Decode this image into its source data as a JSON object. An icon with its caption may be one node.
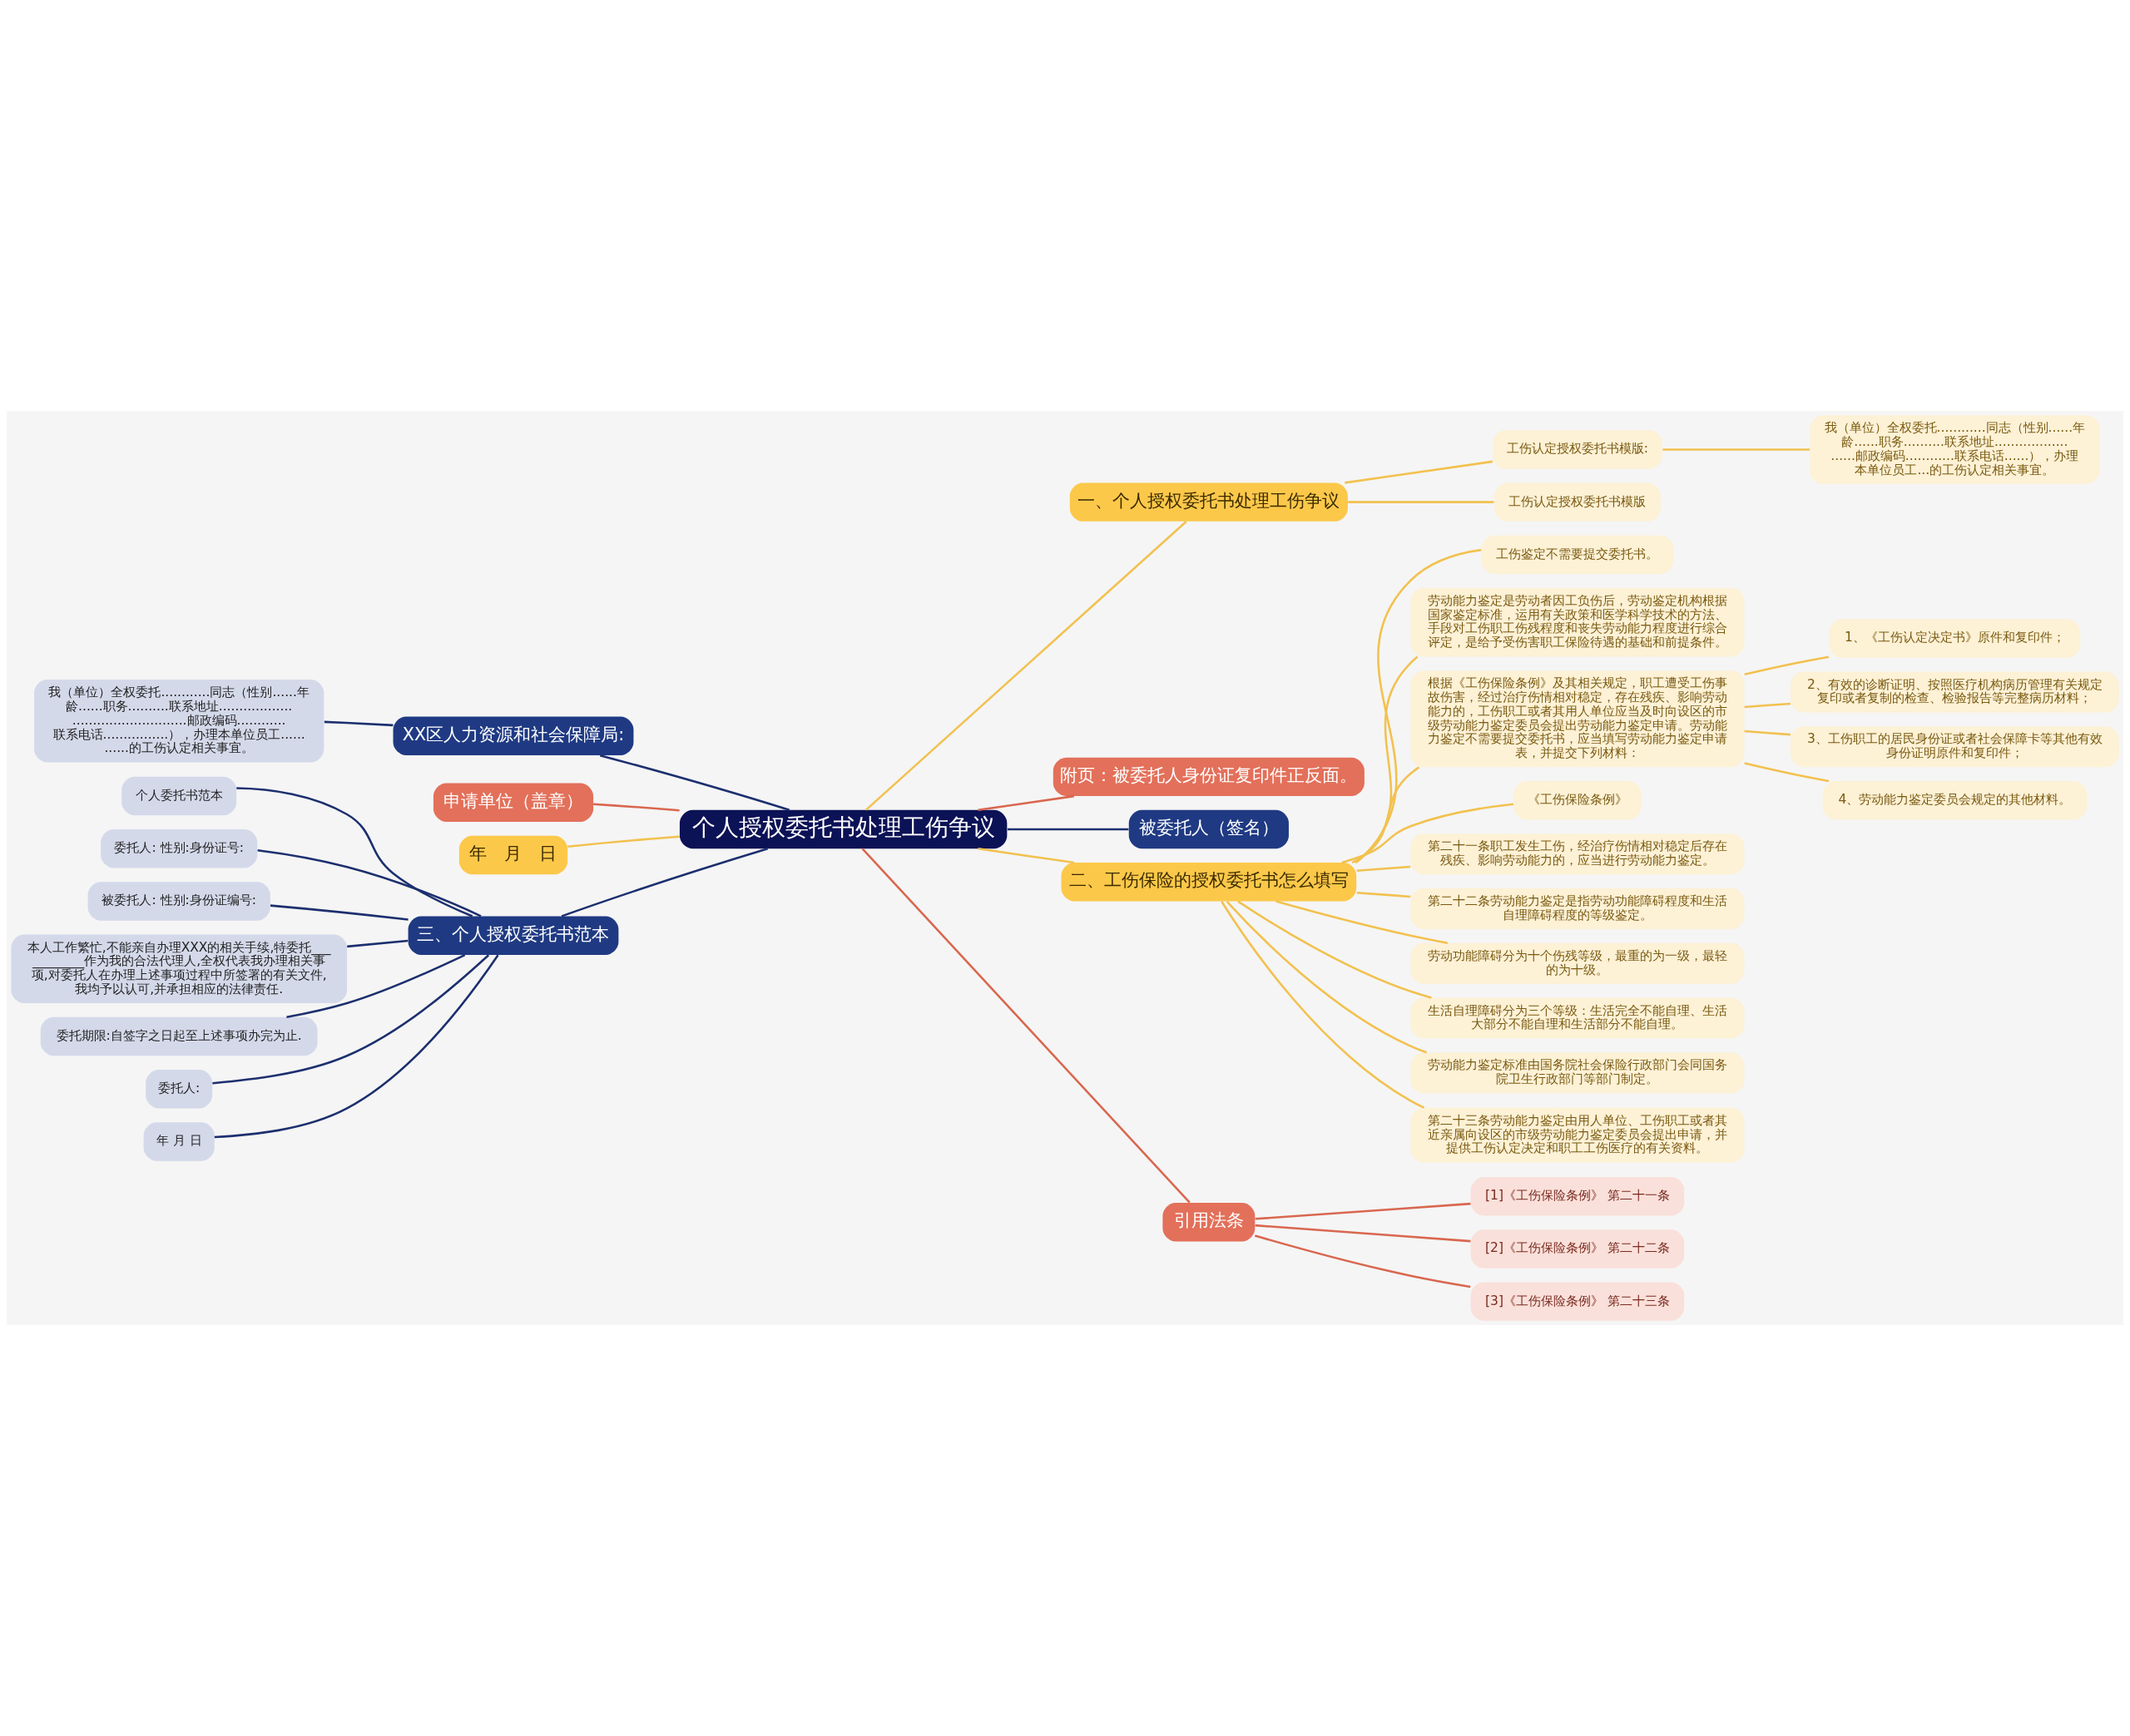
{
  "diagram": {
    "nodes": [
      {
        "text": [
          "个人授权委托书处理工伤争议"
        ]
      },
      {
        "text": [
          "一、个人授权委托书处理工伤争议"
        ]
      },
      {
        "text": [
          "工伤认定授权委托书模版:"
        ]
      },
      {
        "text": [
          "我（单位）全权委托............同志（性别......年龄......职务..........联系地址........................邮政编码............联系电话......），办理本单位员工...的工伤认定相关事宜。"
        ]
      },
      {
        "text": [
          "工伤认定授权委托书模版"
        ]
      },
      {
        "text": [
          "附页：被委托人身份证复印件正反面。"
        ]
      },
      {
        "text": [
          "被委托人（签名）"
        ]
      },
      {
        "text": [
          "XX区人力资源和社会保障局:"
        ]
      },
      {
        "text": [
          "我（单位）全权委托............同志（性别......年龄......职务..........联系地址..............................................邮政编码............联系电话................），办理本单位员工............的工伤认定相关事宜。"
        ]
      },
      {
        "text": [
          "申请单位（盖章）"
        ]
      },
      {
        "text": [
          "年　月　日"
        ]
      },
      {
        "text": [
          "二、工伤保险的授权委托书怎么填写"
        ]
      },
      {
        "text": [
          "工伤鉴定不需要提交委托书。"
        ]
      },
      {
        "text": [
          "劳动能力鉴定是劳动者因工负伤后，劳动鉴定机构根据国家鉴定标准，运用有关政策和医学科学技术的方法、手段对工伤职工伤残程度和丧失劳动能力程度进行综合评定，是给予受伤害职工保险待遇的基础和前提条件。"
        ]
      },
      {
        "text": [
          "根据《工伤保险条例》及其相关规定，职工遭受工伤事故伤害，经过治疗伤情相对稳定，存在残疾、影响劳动能力的，工伤职工或者其用人单位应当及时向设区的市级劳动能力鉴定委员会提出劳动能力鉴定申请。劳动能力鉴定不需要提交委托书，应当填写劳动能力鉴定申请表，并提交下列材料："
        ]
      },
      {
        "text": [
          "1、《工伤认定决定书》原件和复印件；"
        ]
      },
      {
        "text": [
          "2、有效的诊断证明、按照医疗机构病历管理有关规定复印或者复制的检查、检验报告等完整病历材料；"
        ]
      },
      {
        "text": [
          "3、工伤职工的居民身份证或者社会保障卡等其他有效身份证明原件和复印件；"
        ]
      },
      {
        "text": [
          "4、劳动能力鉴定委员会规定的其他材料。"
        ]
      },
      {
        "text": [
          "《工伤保险条例》"
        ]
      },
      {
        "text": [
          "第二十一条职工发生工伤，经治疗伤情相对稳定后存在残疾、影响劳动能力的，应当进行劳动能力鉴定。"
        ]
      },
      {
        "text": [
          "第二十二条劳动能力鉴定是指劳动功能障碍程度和生活自理障碍程度的等级鉴定。"
        ]
      },
      {
        "text": [
          "劳动功能障碍分为十个伤残等级，最重的为一级，最轻的为十级。"
        ]
      },
      {
        "text": [
          "生活自理障碍分为三个等级：生活完全不能自理、生活大部分不能自理和生活部分不能自理。"
        ]
      },
      {
        "text": [
          "劳动能力鉴定标准由国务院社会保险行政部门会同国务院卫生行政部门等部门制定。"
        ]
      },
      {
        "text": [
          "第二十三条劳动能力鉴定由用人单位、工伤职工或者其近亲属向设区的市级劳动能力鉴定委员会提出申请，并提供工伤认定决定和职工工伤医疗的有关资料。"
        ]
      },
      {
        "text": [
          "三、个人授权委托书范本"
        ]
      },
      {
        "text": [
          "个人委托书范本"
        ]
      },
      {
        "text": [
          "委托人: 性别:身份证号:"
        ]
      },
      {
        "text": [
          "被委托人: 性别:身份证编号:"
        ]
      },
      {
        "text": [
          "本人工作繁忙,不能亲自办理XXX的相关手续,特委托___________作为我的合法代理人,全权代表我办理相关事项,对委托人在办理上述事项过程中所签署的有关文件,我均予以认可,并承担相应的法律责任."
        ]
      },
      {
        "text": [
          "委托期限:自签字之日起至上述事项办完为止."
        ]
      },
      {
        "text": [
          "委托人:"
        ]
      },
      {
        "text": [
          "年 月 日"
        ]
      },
      {
        "text": [
          "引用法条"
        ]
      },
      {
        "text": [
          "[1]《工伤保险条例》 第二十一条"
        ]
      },
      {
        "text": [
          "[2]《工伤保险条例》 第二十二条"
        ]
      },
      {
        "text": [
          "[3]《工伤保险条例》 第二十三条"
        ]
      }
    ],
    "edges": [
      {
        "from": 0,
        "to": 1,
        "arrow": "none"
      },
      {
        "from": 1,
        "to": 2,
        "arrow": "none"
      },
      {
        "from": 2,
        "to": 3,
        "arrow": "none"
      },
      {
        "from": 1,
        "to": 4,
        "arrow": "none"
      },
      {
        "from": 0,
        "to": 5,
        "arrow": "none",
        "color": "#d9674f"
      },
      {
        "from": 0,
        "to": 6,
        "arrow": "none",
        "color": "#1c2f6e"
      },
      {
        "from": 0,
        "to": 7,
        "arrow": "none",
        "color": "#1c2f6e"
      },
      {
        "from": 7,
        "to": 8,
        "arrow": "none",
        "color": "#1c2f6e"
      },
      {
        "from": 0,
        "to": 9,
        "arrow": "none",
        "color": "#d9674f"
      },
      {
        "from": 0,
        "to": 10,
        "arrow": "none"
      },
      {
        "from": 0,
        "to": 11,
        "arrow": "none"
      },
      {
        "from": 11,
        "to": 12,
        "arrow": "none"
      },
      {
        "from": 11,
        "to": 13,
        "arrow": "none"
      },
      {
        "from": 11,
        "to": 14,
        "arrow": "none"
      },
      {
        "from": 14,
        "to": 15,
        "arrow": "none"
      },
      {
        "from": 14,
        "to": 16,
        "arrow": "none"
      },
      {
        "from": 14,
        "to": 17,
        "arrow": "none"
      },
      {
        "from": 14,
        "to": 18,
        "arrow": "none"
      },
      {
        "from": 11,
        "to": 19,
        "arrow": "none"
      },
      {
        "from": 11,
        "to": 20,
        "arrow": "none"
      },
      {
        "from": 11,
        "to": 21,
        "arrow": "none"
      },
      {
        "from": 11,
        "to": 22,
        "arrow": "none"
      },
      {
        "from": 11,
        "to": 23,
        "arrow": "none"
      },
      {
        "from": 11,
        "to": 24,
        "arrow": "none"
      },
      {
        "from": 11,
        "to": 25,
        "arrow": "none"
      },
      {
        "from": 0,
        "to": 26,
        "arrow": "none",
        "color": "#1c2f6e"
      },
      {
        "from": 26,
        "to": 27,
        "arrow": "none",
        "color": "#1c2f6e"
      },
      {
        "from": 26,
        "to": 28,
        "arrow": "none",
        "color": "#1c2f6e"
      },
      {
        "from": 26,
        "to": 29,
        "arrow": "none",
        "color": "#1c2f6e"
      },
      {
        "from": 26,
        "to": 30,
        "arrow": "none",
        "color": "#1c2f6e"
      },
      {
        "from": 26,
        "to": 31,
        "arrow": "none",
        "color": "#1c2f6e"
      },
      {
        "from": 26,
        "to": 32,
        "arrow": "none",
        "color": "#1c2f6e"
      },
      {
        "from": 26,
        "to": 33,
        "arrow": "none",
        "color": "#1c2f6e"
      },
      {
        "from": 0,
        "to": 34,
        "arrow": "none",
        "color": "#d9674f"
      },
      {
        "from": 34,
        "to": 35,
        "arrow": "none",
        "color": "#d9674f"
      },
      {
        "from": 34,
        "to": 36,
        "arrow": "none",
        "color": "#d9674f"
      },
      {
        "from": 34,
        "to": 37,
        "arrow": "none",
        "color": "#d9674f"
      }
    ]
  }
}
